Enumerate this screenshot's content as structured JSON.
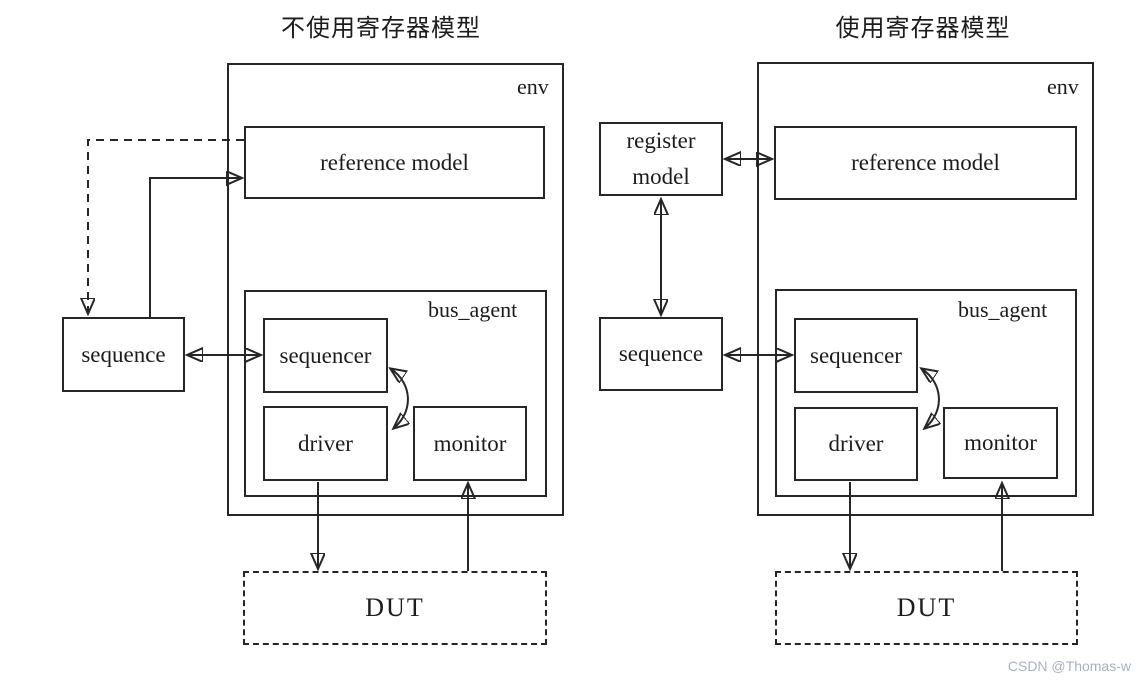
{
  "colors": {
    "line": "#262626",
    "text": "#1c1c1c",
    "background": "#ffffff",
    "watermark_color": "#a9b2be"
  },
  "watermark": "CSDN @Thomas-w",
  "left": {
    "title": "不使用寄存器模型",
    "env": "env",
    "bus_agent": "bus_agent",
    "reference_model": "reference model",
    "sequence": "sequence",
    "sequencer": "sequencer",
    "driver": "driver",
    "monitor": "monitor",
    "dut": "DUT"
  },
  "right": {
    "title": "使用寄存器模型",
    "env": "env",
    "bus_agent": "bus_agent",
    "register_model": {
      "line1": "register",
      "line2": "model"
    },
    "reference_model": "reference model",
    "sequence": "sequence",
    "sequencer": "sequencer",
    "driver": "driver",
    "monitor": "monitor",
    "dut": "DUT"
  }
}
